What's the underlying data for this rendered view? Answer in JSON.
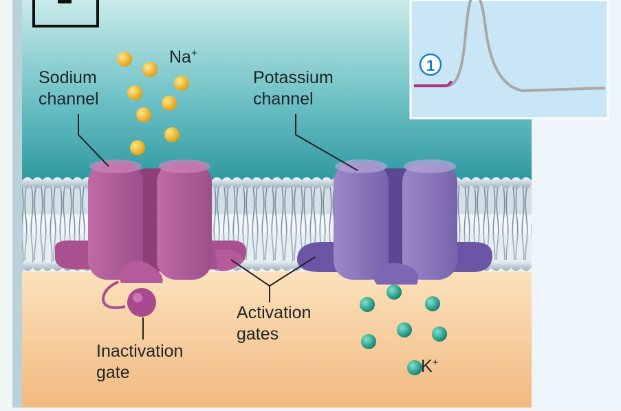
{
  "labels": {
    "sodium_channel": "Sodium\nchannel",
    "potassium_channel": "Potassium\nchannel",
    "activation_gates": "Activation\ngates",
    "inactivation_gate": "Inactivation\ngate",
    "na_ion": "Na",
    "na_charge": "+",
    "k_ion": "K",
    "k_charge": "+",
    "step_marker": "1"
  },
  "colors": {
    "extracellular_top": "#a9dde0",
    "extracellular_bottom": "#2e9fa6",
    "cytoplasm": "#f3c48e",
    "sodium_channel": "#b7619f",
    "potassium_channel": "#8a74b8",
    "sodium_ion": "#f1b320",
    "potassium_ion": "#1a9b87",
    "inset_background": "#c9e6f7",
    "trace_line": "#a8a8a8",
    "trace_resting": "#b0338f",
    "step_marker": "#1f7dbf"
  }
}
